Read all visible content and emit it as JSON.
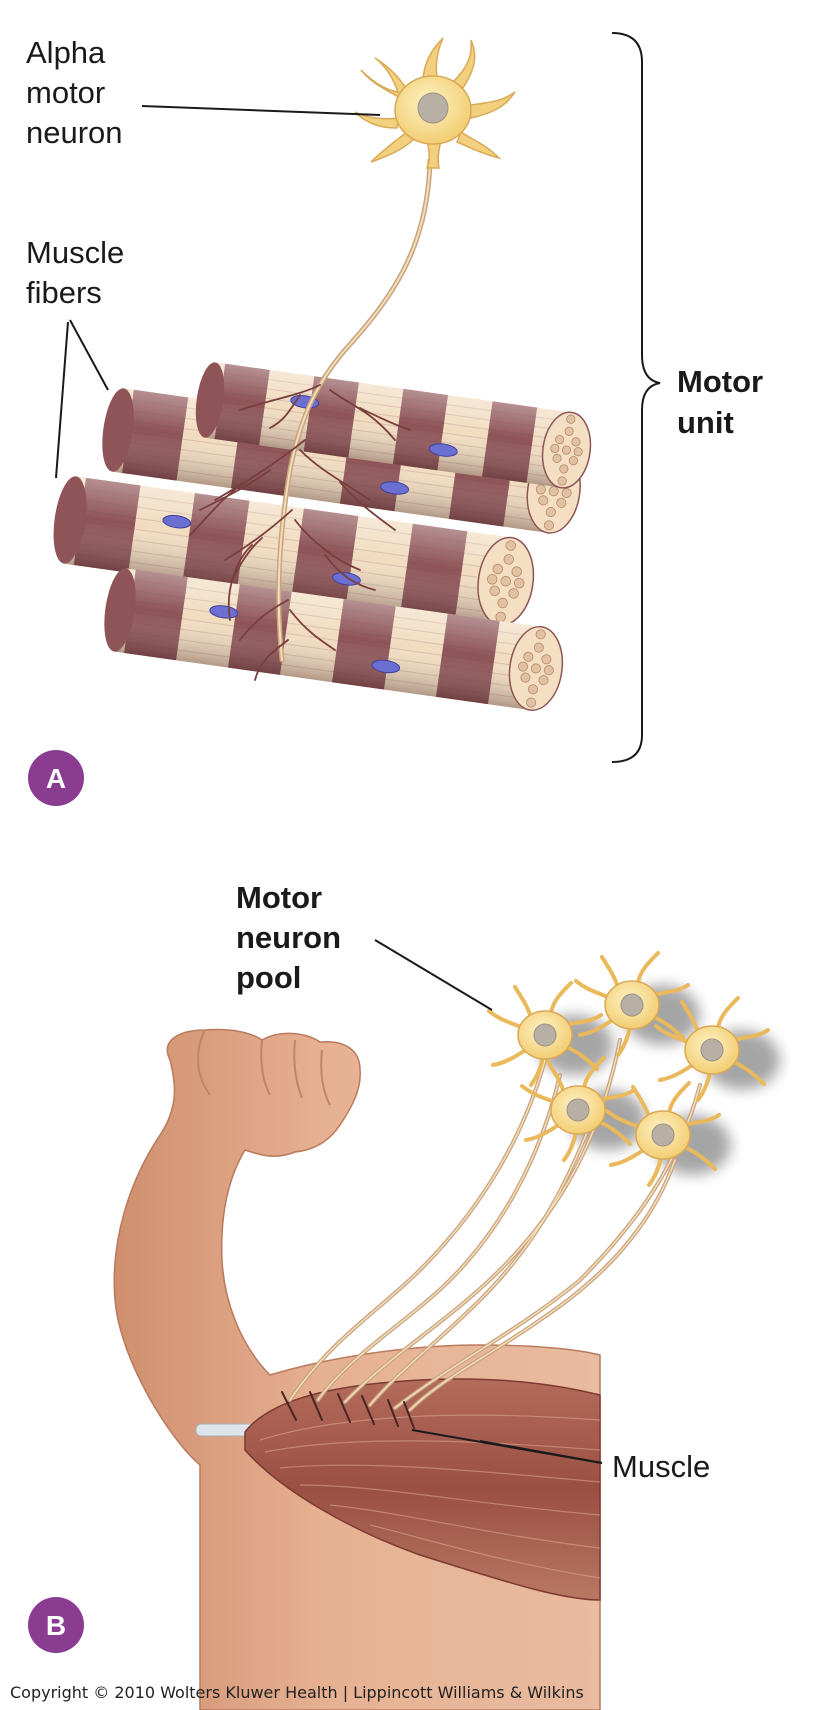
{
  "panel_a": {
    "badge": "A",
    "neuron_label": [
      "Alpha",
      "motor",
      "neuron"
    ],
    "fibers_label": [
      "Muscle",
      "fibers"
    ],
    "unit_label": [
      "Motor",
      "unit"
    ]
  },
  "panel_b": {
    "badge": "B",
    "pool_label": [
      "Motor",
      "neuron",
      "pool"
    ],
    "muscle_label": "Muscle"
  },
  "copyright": "Copyright © 2010 Wolters Kluwer Health | Lippincott Williams & Wilkins",
  "colors": {
    "badge": "#8a3c91",
    "neuron_body": "#f7dc8c",
    "nucleus": "#b8b0a5",
    "fiber_pale": "#f1dcc0",
    "fiber_dark": "#8e5457",
    "fiber_nucleus": "#6b6fd1",
    "axon": "#c9a98a",
    "skin": "#e2ac8a",
    "muscle": "#9c5548"
  }
}
